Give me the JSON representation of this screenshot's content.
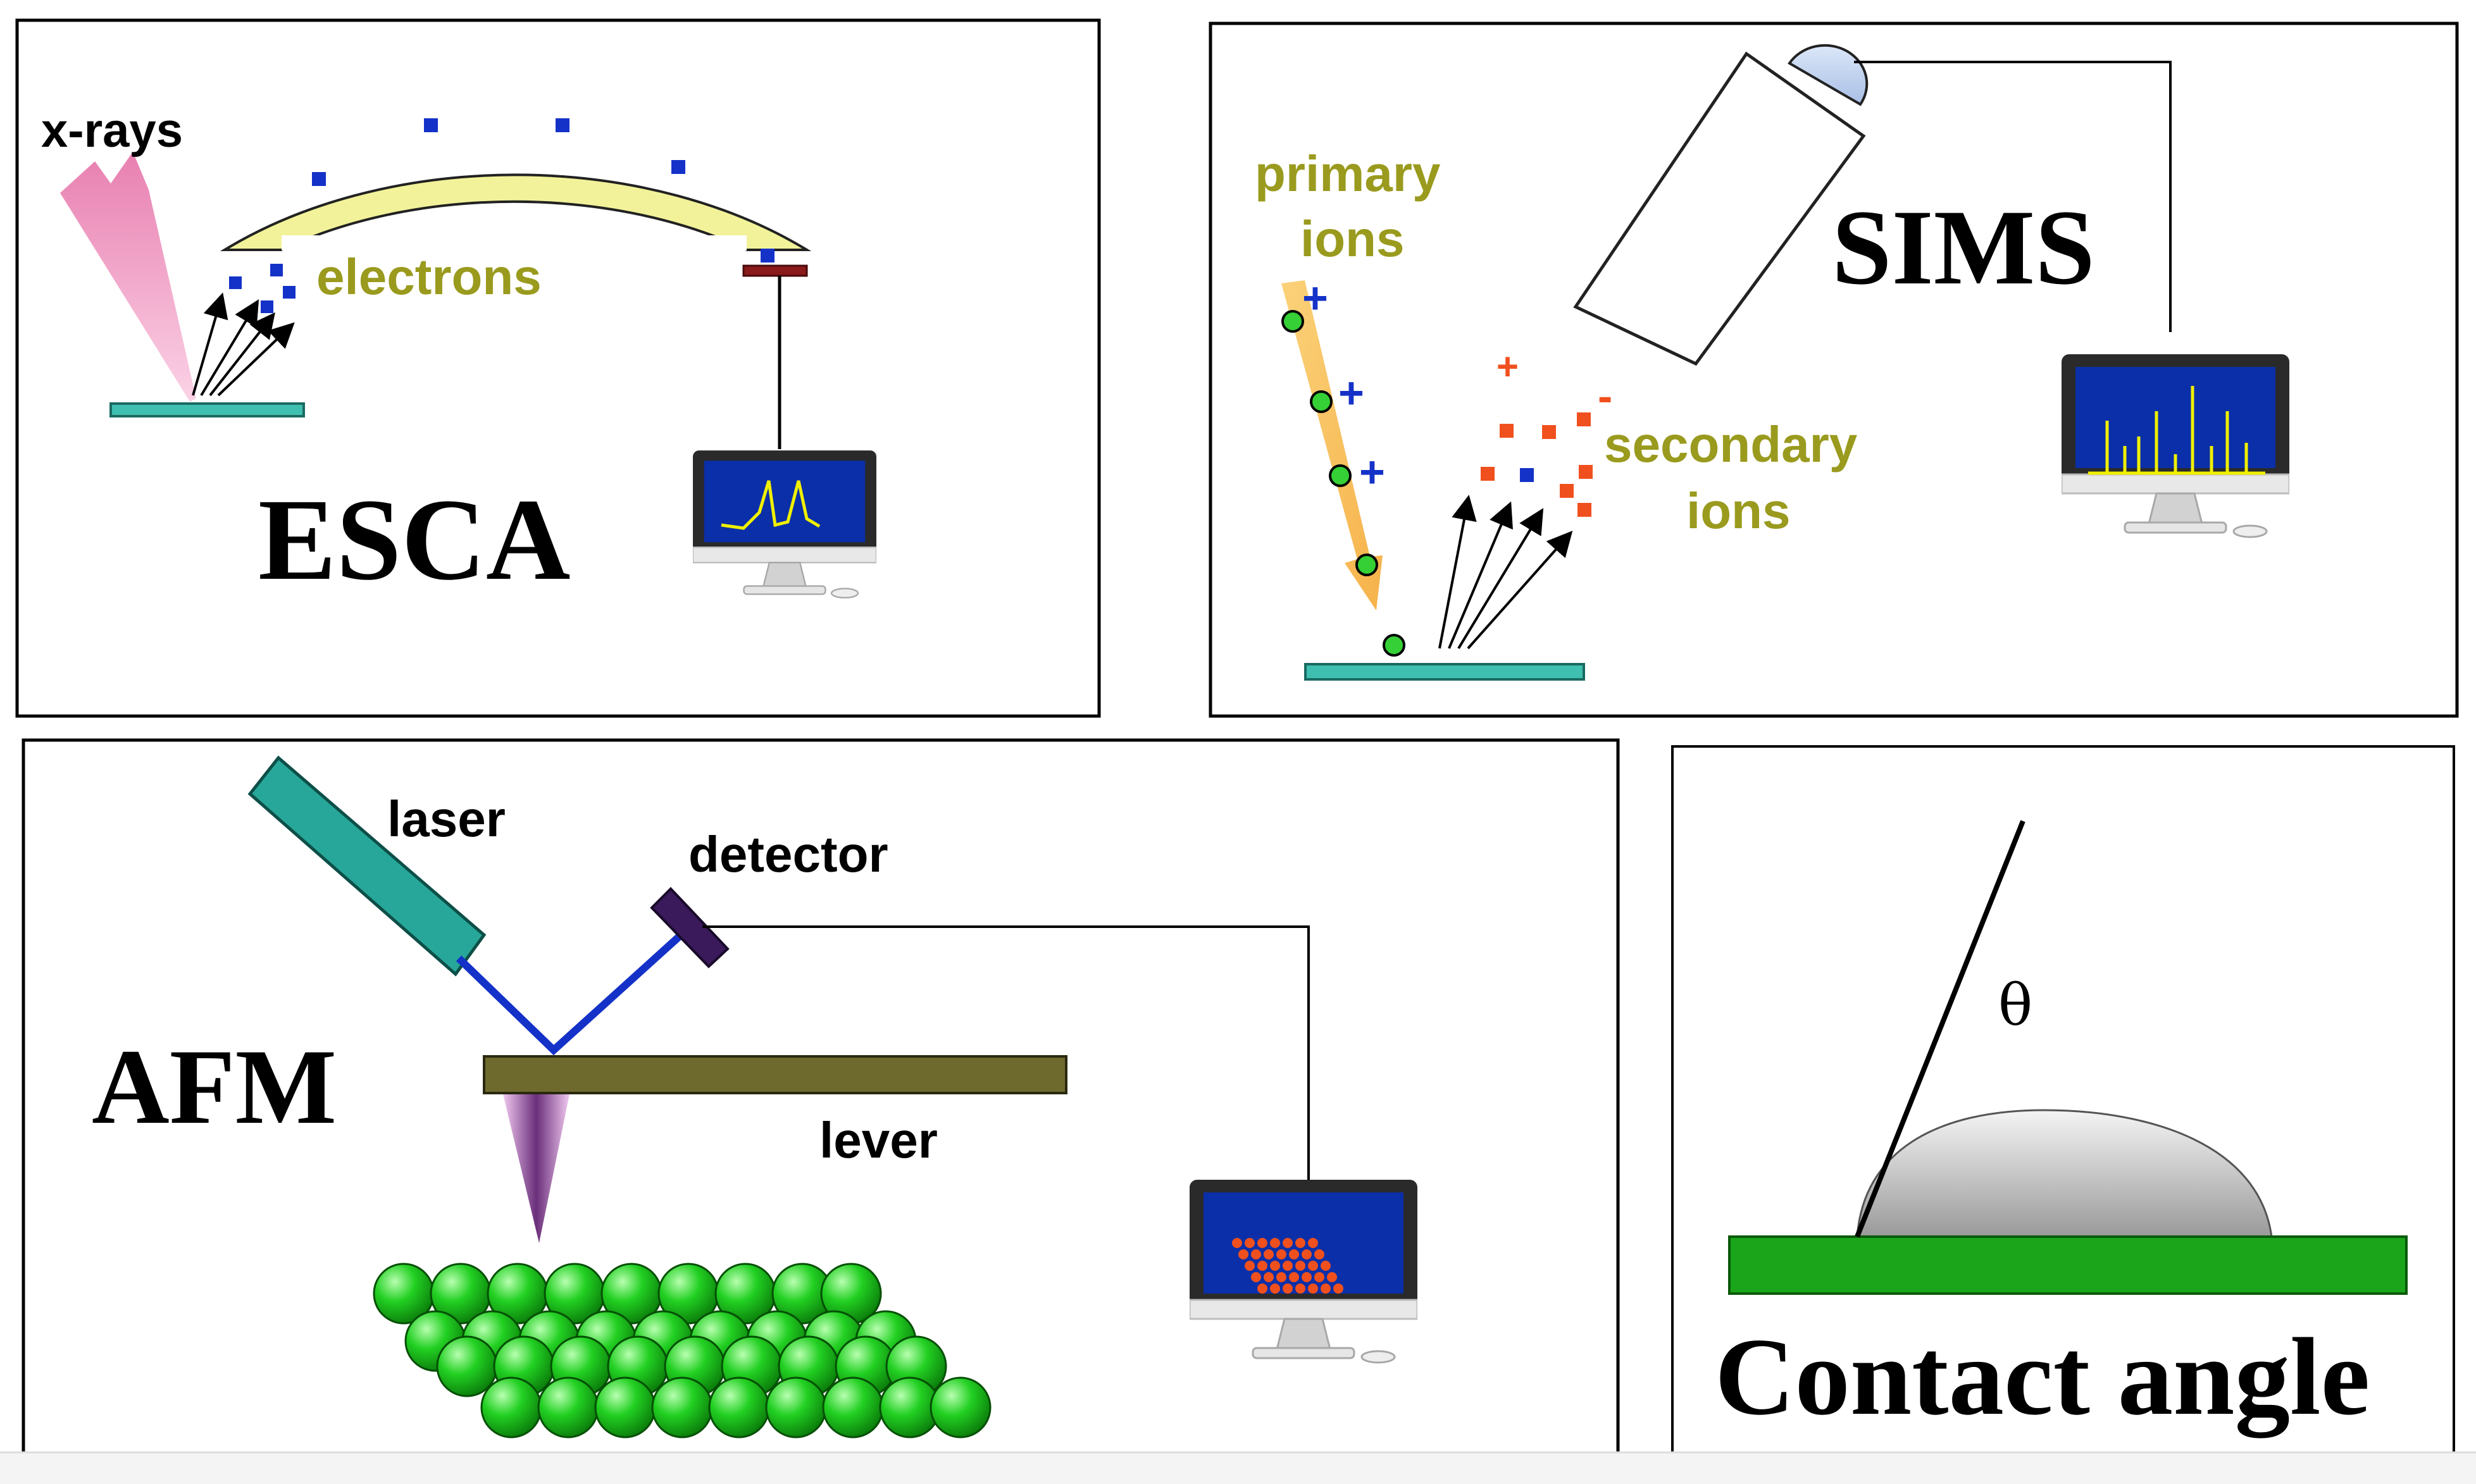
{
  "panels": {
    "esca": {
      "title": "ESCA",
      "xrays_label": "x-rays",
      "electrons_label": "electrons"
    },
    "sims": {
      "title": "SIMS",
      "primary_label_line1": "primary",
      "primary_label_line2": "ions",
      "secondary_label_line1": "secondary",
      "secondary_label_line2": "ions",
      "plus_sign": "+",
      "minus_sign": "-"
    },
    "afm": {
      "title": "AFM",
      "laser_label": "laser",
      "detector_label": "detector",
      "lever_label": "lever"
    },
    "contact_angle": {
      "title": "Contact angle",
      "theta_label": "θ"
    }
  },
  "colors": {
    "label_olive": "#9a9a1e",
    "screen_blue": "#0b2fa8",
    "teal_substrate": "#3fbfb0",
    "yellow_hemisphere": "#f2f29a",
    "blue_particle": "#1432c8",
    "orange_particle": "#f0501e",
    "green_sphere": "#19c419",
    "lever_olive": "#6e6a2e",
    "laser_teal": "#27a79a",
    "substrate_green": "#1aa51a"
  }
}
